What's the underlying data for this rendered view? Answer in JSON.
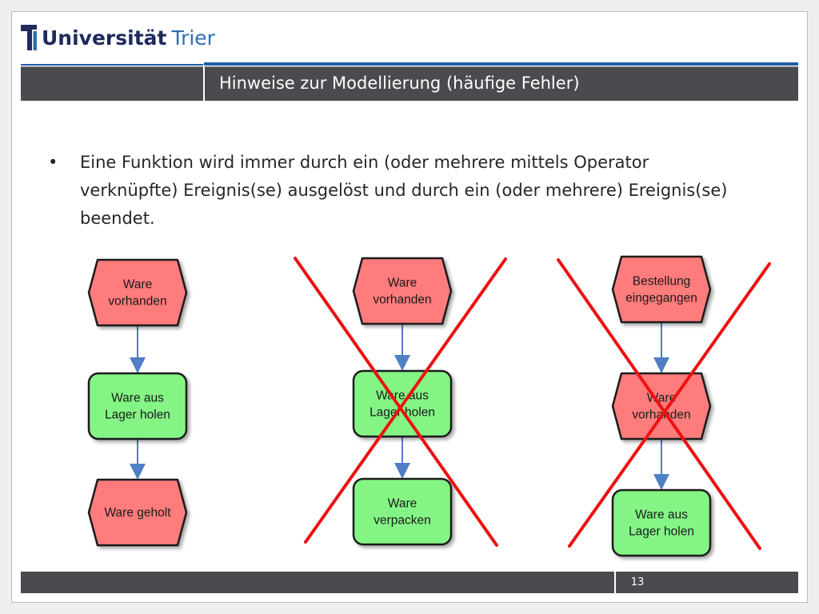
{
  "header": {
    "logo_text_main": "Universität",
    "logo_text_accent": "Trier",
    "title": "Hinweise zur Modellierung (häufige Fehler)"
  },
  "content": {
    "bullet_symbol": "•",
    "bullet_text": "Eine Funktion wird immer durch ein (oder mehrere mittels Operator verknüpfte) Ereignis(se) ausgelöst und durch ein (oder mehrere) Ereignis(se) beendet."
  },
  "diagrams": [
    {
      "crossed_out": false,
      "nodes": [
        {
          "type": "event",
          "lines": [
            "Ware",
            "vorhanden"
          ]
        },
        {
          "type": "function",
          "lines": [
            "Ware aus",
            "Lager holen"
          ]
        },
        {
          "type": "event",
          "lines": [
            "Ware geholt"
          ]
        }
      ]
    },
    {
      "crossed_out": true,
      "nodes": [
        {
          "type": "event",
          "lines": [
            "Ware",
            "vorhanden"
          ]
        },
        {
          "type": "function",
          "lines": [
            "Ware aus",
            "Lager holen"
          ]
        },
        {
          "type": "function",
          "lines": [
            "Ware",
            "verpacken"
          ]
        }
      ]
    },
    {
      "crossed_out": true,
      "nodes": [
        {
          "type": "event",
          "lines": [
            "Bestellung",
            "eingegangen"
          ]
        },
        {
          "type": "event",
          "lines": [
            "Ware",
            "vorhanden"
          ]
        },
        {
          "type": "function",
          "lines": [
            "Ware aus",
            "Lager holen"
          ]
        }
      ]
    }
  ],
  "colors": {
    "event_fill": "#ff7c7c",
    "function_fill": "#84f585",
    "arrow": "#4f7fc4",
    "cross": "#ee1111",
    "title_bar": "#4a4b4f",
    "accent_blue": "#1d5fa4"
  },
  "footer": {
    "page_number": "13"
  }
}
